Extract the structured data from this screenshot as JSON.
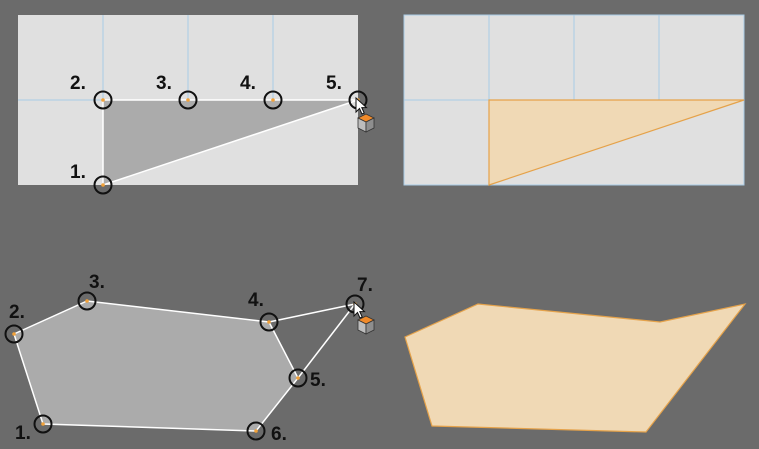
{
  "colors": {
    "background": "#6b6b6b",
    "panel": "#e0e0e0",
    "grid_line": "#a9cbe6",
    "selection_fill": "#ababab",
    "edge_line": "#ffffff",
    "result_fill": "#f0d9b5",
    "result_stroke": "#e5a24a",
    "vertex_ring": "#111111",
    "vertex_dot": "#f2a23a"
  },
  "icons": {
    "cursor": "mouse-pointer-icon",
    "cube": "add-object-cube-icon"
  },
  "top_example": {
    "labels": [
      "1.",
      "2.",
      "3.",
      "4.",
      "5."
    ]
  },
  "bottom_example": {
    "labels": [
      "1.",
      "2.",
      "3.",
      "4.",
      "5.",
      "6.",
      "7."
    ]
  }
}
